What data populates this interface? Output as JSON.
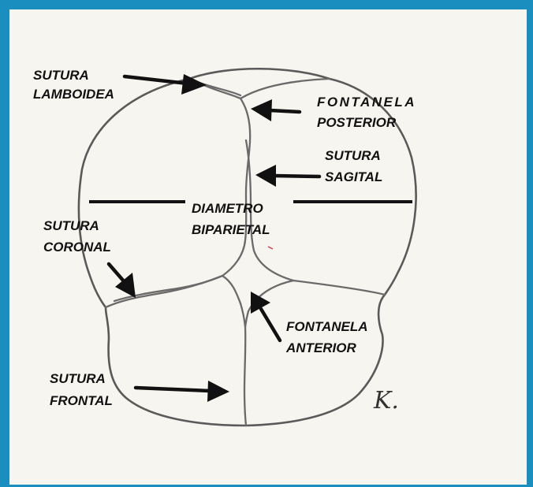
{
  "colors": {
    "frame_border": "#1a8fbf",
    "paper": "#f7f5ef",
    "ink": "#111111",
    "pencil": "#5a5a5a"
  },
  "labels": {
    "sutura_lamboidea": [
      "SUTURA",
      "LAMBOIDEA"
    ],
    "fontanela_posterior": [
      "FONTANELA",
      "POSTERIOR"
    ],
    "sutura_sagital": [
      "SUTURA",
      "SAGITAL"
    ],
    "diametro_biparietal": [
      "DIAMETRO",
      "BIPARIETAL"
    ],
    "sutura_coronal": [
      "SUTURA",
      "CORONAL"
    ],
    "fontanela_anterior": [
      "FONTANELA",
      "ANTERIOR"
    ],
    "sutura_frontal": [
      "SUTURA",
      "FRONTAL"
    ]
  },
  "signature": "K."
}
